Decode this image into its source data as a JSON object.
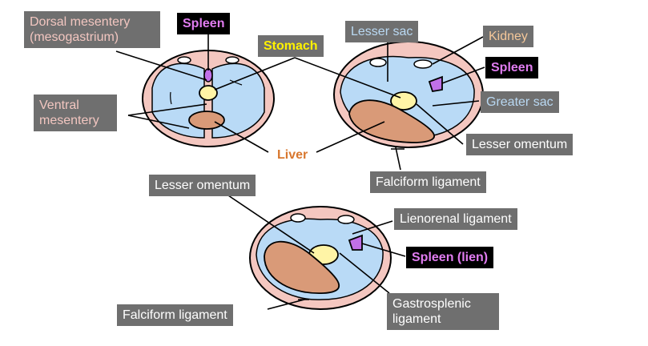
{
  "labels": {
    "dorsal_mesentery": "Dorsal mesentery (mesogastrium)",
    "spleen_1": "Spleen",
    "stomach": "Stomach",
    "ventral_mesentery": "Ventral mesentery",
    "liver": "Liver",
    "lesser_sac": "Lesser sac",
    "kidney": "Kidney",
    "spleen_2": "Spleen",
    "greater_sac": "Greater sac",
    "lesser_omentum_1": "Lesser omentum",
    "falciform_1": "Falciform ligament",
    "lesser_omentum_2": "Lesser omentum",
    "lienorenal": "Lienorenal ligament",
    "spleen_lien": "Spleen (lien)",
    "gastrosplenic": "Gastrosplenic ligament",
    "falciform_2": "Falciform ligament"
  },
  "colors": {
    "body_wall": "#f4c7c0",
    "cavity": "#b9daf6",
    "outline": "#000000",
    "stomach": "#fff4a6",
    "spleen": "#c070e8",
    "liver": "#d99a78",
    "label_bg": "#6f6f6f"
  }
}
